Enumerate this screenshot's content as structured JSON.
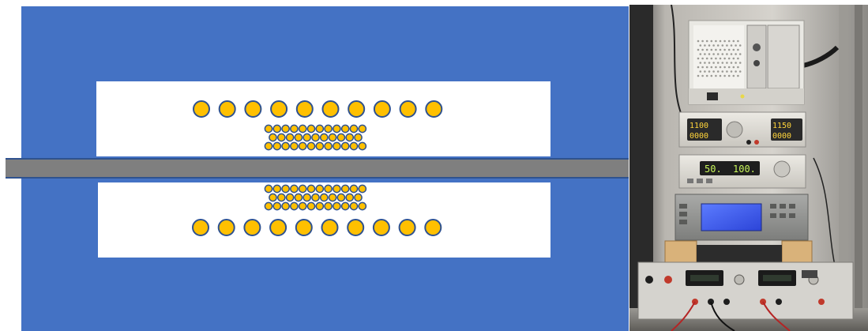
{
  "diagram": {
    "colors": {
      "yoke": "#4472c4",
      "gap": "#ffffff",
      "rod": "#7f7f7f",
      "rod_edge": "#2f528f",
      "coil_fill": "#ffc000",
      "coil_edge": "#2f528f"
    },
    "coils": {
      "large_per_row": 10,
      "small_rows": 3,
      "small_per_row": [
        12,
        11,
        12
      ]
    }
  },
  "photo": {
    "items": [
      "pxi-chassis",
      "dual-power-supply",
      "function-generator",
      "lock-in-amplifier",
      "dc-power-supply"
    ],
    "readouts": {
      "psu_left_top": "1100",
      "psu_left_bottom": "0000",
      "psu_right_top": "1150",
      "psu_right_bottom": "0000",
      "gen_left": "50.",
      "gen_right": "100."
    }
  }
}
